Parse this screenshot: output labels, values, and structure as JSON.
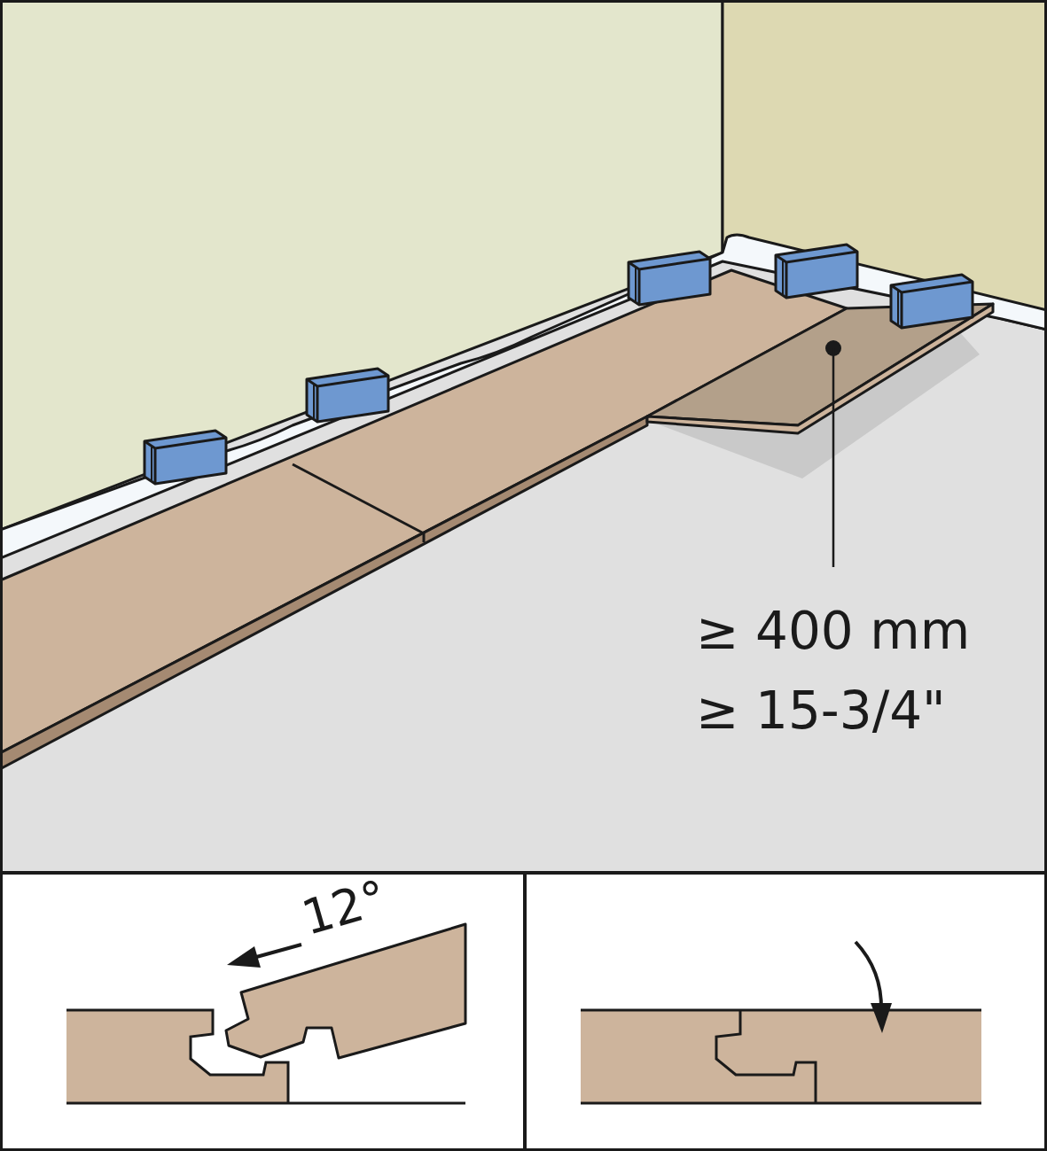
{
  "diagram": {
    "labels": [
      "≥ 400 mm",
      "≥ 15-3/4\"",
      "12°"
    ]
  }
}
